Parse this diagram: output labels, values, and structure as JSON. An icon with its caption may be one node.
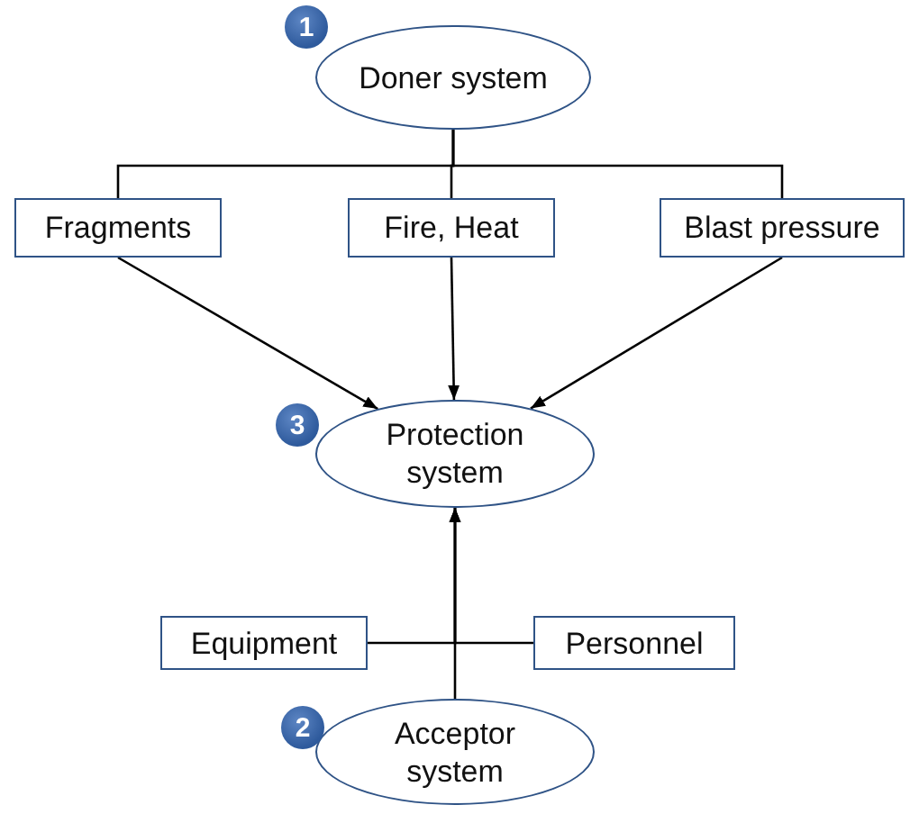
{
  "diagram": {
    "nodes": [
      {
        "text": [
          "Doner system"
        ],
        "beside": [
          "1"
        ]
      },
      {
        "text": [
          "Fragments"
        ]
      },
      {
        "text": [
          "Fire, Heat"
        ]
      },
      {
        "text": [
          "Blast pressure"
        ]
      },
      {
        "text": [
          "Protection system"
        ],
        "beside": [
          "3"
        ]
      },
      {
        "text": [
          "Equipment"
        ]
      },
      {
        "text": [
          "Personnel"
        ]
      },
      {
        "text": [
          "Acceptor system"
        ],
        "beside": [
          "2"
        ]
      }
    ],
    "edges": [
      {
        "from": 0,
        "to": 1,
        "arrow": "none"
      },
      {
        "from": 0,
        "to": 2,
        "arrow": "none"
      },
      {
        "from": 0,
        "to": 3,
        "arrow": "none"
      },
      {
        "from": 1,
        "to": 4,
        "arrow": "to"
      },
      {
        "from": 2,
        "to": 4,
        "arrow": "to"
      },
      {
        "from": 3,
        "to": 4,
        "arrow": "to"
      },
      {
        "from": 7,
        "to": 4,
        "arrow": "to"
      },
      {
        "from": 5,
        "to": 4,
        "arrow": "to"
      },
      {
        "from": 6,
        "to": 4,
        "arrow": "to"
      }
    ]
  }
}
